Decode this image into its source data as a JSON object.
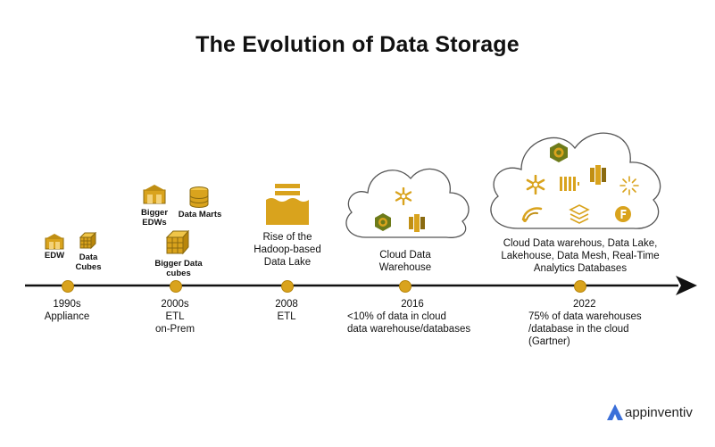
{
  "title": "The Evolution of Data Storage",
  "colors": {
    "accent": "#d9a31d",
    "dark_accent": "#b8860b",
    "line": "#111111",
    "logo_blue": "#3b6fd9"
  },
  "icon_labels": {
    "edw": "EDW",
    "data_cubes_1": "Data",
    "data_cubes_2": "Cubes",
    "bigger_edws_1": "Bigger",
    "bigger_edws_2": "EDWs",
    "data_marts": "Data Marts",
    "bigger_cubes_1": "Bigger Data",
    "bigger_cubes_2": "cubes"
  },
  "captions_above": {
    "hadoop_1": "Rise of the",
    "hadoop_2": "Hadoop-based",
    "hadoop_3": "Data Lake",
    "cloud_1": "Cloud Data",
    "cloud_2": "Warehouse",
    "modern_1": "Cloud Data warehous, Data Lake,",
    "modern_2": "Lakehouse, Data Mesh, Real-Time",
    "modern_3": "Analytics Databases"
  },
  "milestones": [
    {
      "year": "1990s",
      "line1": "Appliance",
      "line2": ""
    },
    {
      "year": "2000s",
      "line1": "ETL",
      "line2": "on-Prem"
    },
    {
      "year": "2008",
      "line1": "ETL",
      "line2": ""
    },
    {
      "year": "2016",
      "line1": "<10% of data in cloud",
      "line2": "data warehouse/databases"
    },
    {
      "year": "2022",
      "line1": "75% of data warehouses",
      "line2": "/database in the cloud",
      "line3": "(Gartner)"
    }
  ],
  "logo": {
    "name": "appinventiv",
    "icon": "a-arrow-logo-icon"
  }
}
